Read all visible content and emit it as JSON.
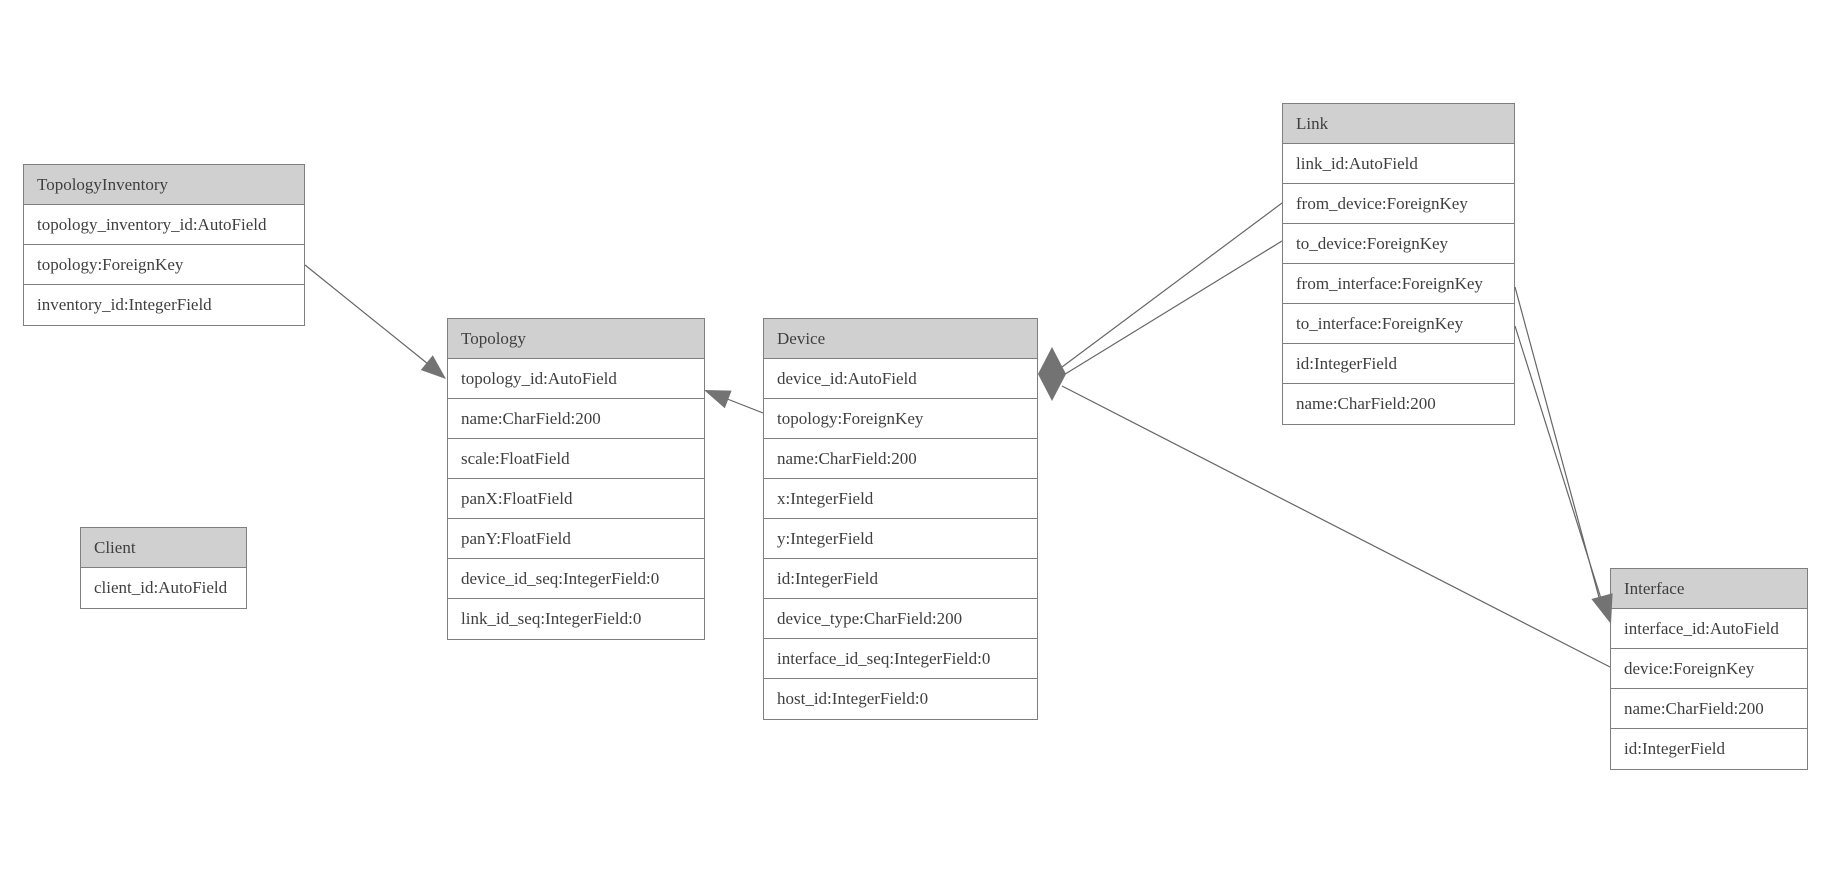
{
  "colors": {
    "header_bg": "#d0d0d0",
    "row_bg": "#ffffff",
    "border": "#7f7f7f",
    "text": "#3f3f3f",
    "line": "#666666",
    "arrow": "#737373"
  },
  "entities": {
    "topology_inventory": {
      "title": "TopologyInventory",
      "fields": [
        "topology_inventory_id:AutoField",
        "topology:ForeignKey",
        "inventory_id:IntegerField"
      ]
    },
    "topology": {
      "title": "Topology",
      "fields": [
        "topology_id:AutoField",
        "name:CharField:200",
        "scale:FloatField",
        "panX:FloatField",
        "panY:FloatField",
        "device_id_seq:IntegerField:0",
        "link_id_seq:IntegerField:0"
      ]
    },
    "client": {
      "title": "Client",
      "fields": [
        "client_id:AutoField"
      ]
    },
    "device": {
      "title": "Device",
      "fields": [
        "device_id:AutoField",
        "topology:ForeignKey",
        "name:CharField:200",
        "x:IntegerField",
        "y:IntegerField",
        "id:IntegerField",
        "device_type:CharField:200",
        "interface_id_seq:IntegerField:0",
        "host_id:IntegerField:0"
      ]
    },
    "link": {
      "title": "Link",
      "fields": [
        "link_id:AutoField",
        "from_device:ForeignKey",
        "to_device:ForeignKey",
        "from_interface:ForeignKey",
        "to_interface:ForeignKey",
        "id:IntegerField",
        "name:CharField:200"
      ]
    },
    "interface": {
      "title": "Interface",
      "fields": [
        "interface_id:AutoField",
        "device:ForeignKey",
        "name:CharField:200",
        "id:IntegerField"
      ]
    }
  },
  "relationships": [
    {
      "from": "TopologyInventory.topology",
      "to": "Topology.topology_id"
    },
    {
      "from": "Device.topology",
      "to": "Topology.topology_id"
    },
    {
      "from": "Link.from_device",
      "to": "Device.device_id"
    },
    {
      "from": "Link.to_device",
      "to": "Device.device_id"
    },
    {
      "from": "Link.from_interface",
      "to": "Interface.interface_id"
    },
    {
      "from": "Link.to_interface",
      "to": "Interface.interface_id"
    },
    {
      "from": "Interface.device",
      "to": "Device.device_id"
    }
  ]
}
